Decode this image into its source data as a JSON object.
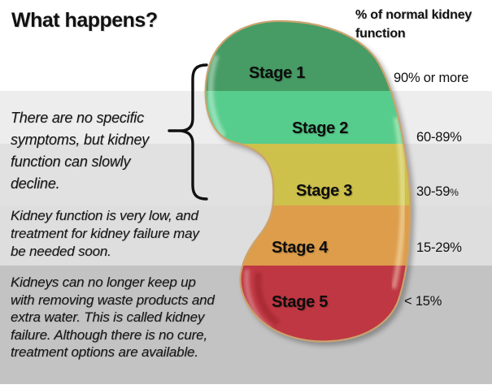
{
  "title": "What happens?",
  "column_header": "% of normal kidney function",
  "stages": [
    {
      "label": "Stage 1",
      "range": "90% or more",
      "color": "#469c64"
    },
    {
      "label": "Stage 2",
      "range": "60-89%",
      "color": "#57cd8d"
    },
    {
      "label": "Stage 3",
      "range": "30-59",
      "range_pct": "%",
      "color": "#cdc14c"
    },
    {
      "label": "Stage 4",
      "range": "15-29%",
      "color": "#dd9d4b"
    },
    {
      "label": "Stage 5",
      "range": "< 15%",
      "color": "#bf3742"
    }
  ],
  "descriptions": [
    "There are no specific symptoms, but kidney function can slowly decline.",
    "Kidney function is very low, and treatment for kidney failure may be needed soon.",
    "Kidneys can no longer keep up with removing waste products and extra water. This is called kidney failure. Although there is no cure, treatment options are available."
  ],
  "outline_color": "#cba36f"
}
